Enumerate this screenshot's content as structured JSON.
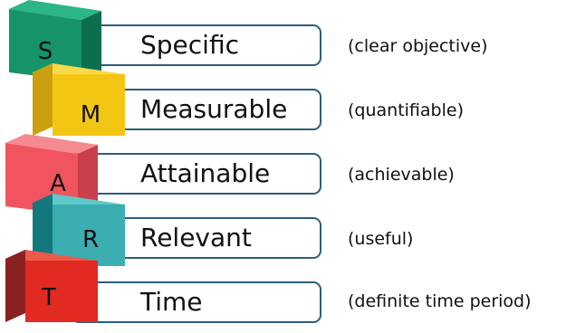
{
  "rows": [
    {
      "letter": "S",
      "label": "Specific",
      "description": "(clear objective)",
      "top": "#2db58a",
      "front": "#16936a",
      "side": "#0b6e4e"
    },
    {
      "letter": "M",
      "label": "Measurable",
      "description": "(quantifiable)",
      "top": "#f7d94a",
      "front": "#f4c614",
      "side": "#c9a010"
    },
    {
      "letter": "A",
      "label": "Attainable",
      "description": "(achievable)",
      "top": "#f48a92",
      "front": "#f0555f",
      "side": "#c9404a"
    },
    {
      "letter": "R",
      "label": "Relevant",
      "description": "(useful)",
      "top": "#5fc9c9",
      "front": "#3aaeb0",
      "side": "#13787c"
    },
    {
      "letter": "T",
      "label": "Time",
      "description": "(definite time period)",
      "top": "#ee5a4a",
      "front": "#e02a22",
      "side": "#8a2222"
    }
  ]
}
